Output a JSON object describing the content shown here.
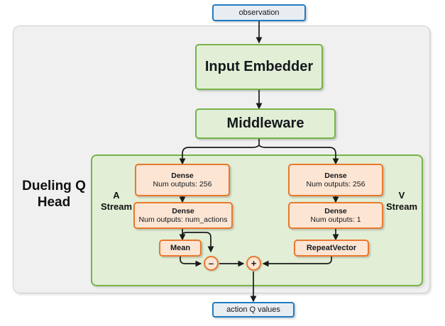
{
  "diagram": {
    "title_label": "Dueling Q Head",
    "input_node": {
      "label": "observation"
    },
    "output_node": {
      "label": "action Q values"
    },
    "blocks": [
      {
        "id": "input-embedder",
        "label": "Input Embedder"
      },
      {
        "id": "middleware",
        "label": "Middleware"
      }
    ],
    "streams": {
      "advantage": {
        "label_line1": "A",
        "label_line2": "Stream",
        "dense1_title": "Dense",
        "dense1_sub": "Num outputs: 256",
        "dense2_title": "Dense",
        "dense2_sub": "Num outputs: num_actions",
        "op_block": "Mean",
        "operator": "–"
      },
      "value": {
        "label_line1": "V",
        "label_line2": "Stream",
        "dense1_title": "Dense",
        "dense1_sub": "Num outputs: 256",
        "dense2_title": "Dense",
        "dense2_sub": "Num outputs: 1",
        "op_block": "RepeatVector",
        "operator": "+"
      }
    },
    "colors": {
      "io_border": "#1f7cc4",
      "io_fill": "#e8edf2",
      "green_border": "#76b349",
      "green_fill": "#e2eed5",
      "orange_border": "#e8782d",
      "orange_fill": "#fce5d3",
      "panel_fill": "#f0f0f0",
      "edge": "#1a1a1a"
    }
  }
}
